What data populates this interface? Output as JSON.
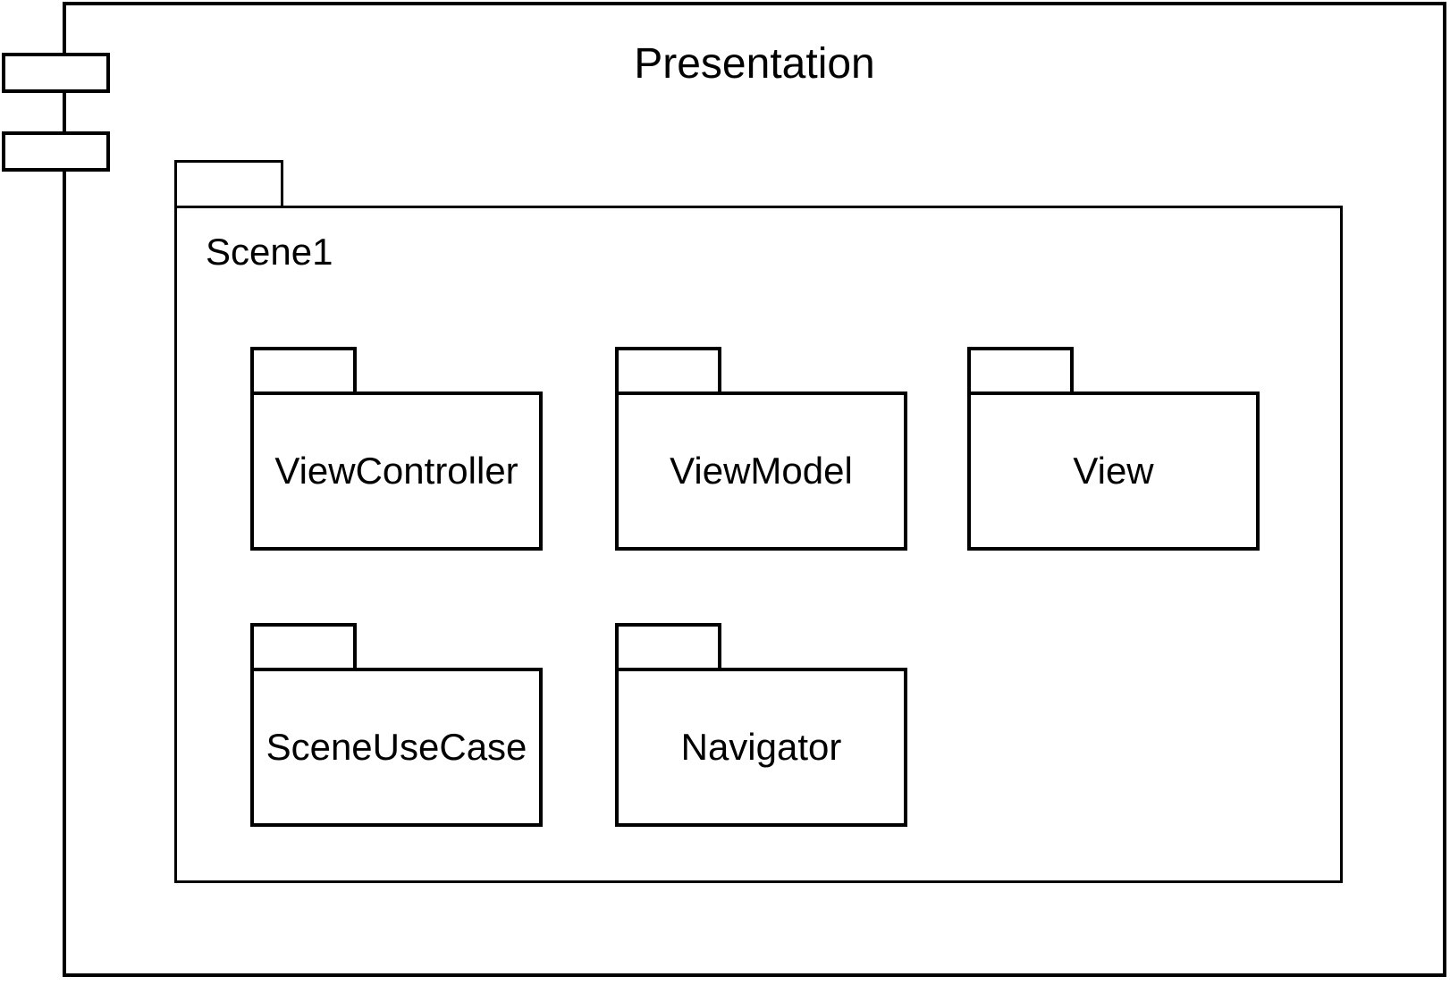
{
  "diagram": {
    "type": "uml-component-package-diagram",
    "colors": {
      "stroke": "#000000",
      "fill": "#ffffff"
    },
    "component": {
      "title": "Presentation",
      "icon": "uml-component-icon"
    },
    "scene": {
      "label": "Scene1"
    },
    "packages": [
      {
        "label": "ViewController"
      },
      {
        "label": "ViewModel"
      },
      {
        "label": "View"
      },
      {
        "label": "SceneUseCase"
      },
      {
        "label": "Navigator"
      }
    ]
  }
}
